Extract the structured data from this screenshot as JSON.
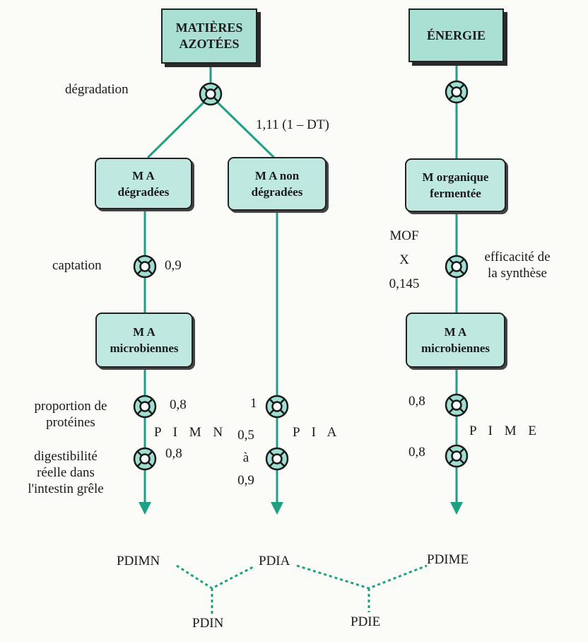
{
  "boxes": {
    "matieres_azotees": "MATIÈRES\nAZOTÉES",
    "energie": "ÉNERGIE",
    "ma_degradees": "M A\ndégradées",
    "ma_non_degradees": "M A non\ndégradées",
    "m_organique_fermentee": "M organique\nfermentée",
    "ma_microbiennes_left": "M A\nmicrobiennes",
    "ma_microbiennes_right": "M A\nmicrobiennes"
  },
  "labels": {
    "degradation": "dégradation",
    "formula_non_degradees": "1,11 (1 – DT)",
    "captation": "captation",
    "captation_coef": "0,9",
    "mof_line1": "MOF",
    "mof_line2": "X",
    "mof_line3": "0,145",
    "efficacite": "efficacité de\nla synthèse",
    "proportion_proteines": "proportion de\nprotéines",
    "proportion_coef": "0,8",
    "pimn": "P I M N",
    "digestibilite": "digestibilité\nréelle dans\nl'intestin grêle",
    "digestibilite_coef": "0,8",
    "pia_coef_1": "1",
    "pia": "P I A",
    "pia_range_1": "0,5",
    "pia_range_2": "à",
    "pia_range_3": "0,9",
    "pime_coef_1": "0,8",
    "pime": "P I M E",
    "pime_coef_2": "0,8"
  },
  "outputs": {
    "pdimn": "PDIMN",
    "pdia": "PDIA",
    "pdime": "PDIME",
    "pdin": "PDIN",
    "pdie": "PDIE"
  },
  "colors": {
    "line": "#1f9f83",
    "dotted": "#1f9f83",
    "box_fill": "#bfe9e0",
    "valve_fill": "#9fded0"
  }
}
